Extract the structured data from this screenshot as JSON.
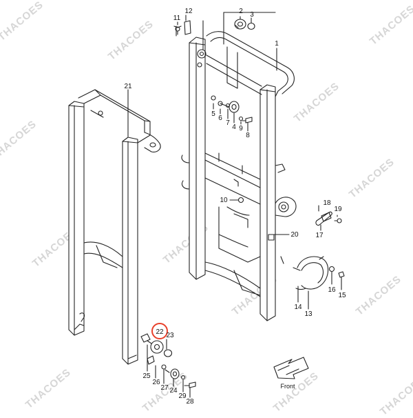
{
  "watermark": {
    "text": "THACOES"
  },
  "callouts": [
    {
      "id": "c1",
      "label": "1"
    },
    {
      "id": "c2",
      "label": "2"
    },
    {
      "id": "c3",
      "label": "3"
    },
    {
      "id": "c4",
      "label": "4"
    },
    {
      "id": "c5",
      "label": "5"
    },
    {
      "id": "c6",
      "label": "6"
    },
    {
      "id": "c7",
      "label": "7"
    },
    {
      "id": "c8",
      "label": "8"
    },
    {
      "id": "c9",
      "label": "9"
    },
    {
      "id": "c10",
      "label": "10"
    },
    {
      "id": "c11",
      "label": "11"
    },
    {
      "id": "c12",
      "label": "12"
    },
    {
      "id": "c13",
      "label": "13"
    },
    {
      "id": "c14",
      "label": "14"
    },
    {
      "id": "c15",
      "label": "15"
    },
    {
      "id": "c16",
      "label": "16"
    },
    {
      "id": "c17",
      "label": "17"
    },
    {
      "id": "c18",
      "label": "18"
    },
    {
      "id": "c19",
      "label": "19"
    },
    {
      "id": "c20",
      "label": "20"
    },
    {
      "id": "c21",
      "label": "21"
    },
    {
      "id": "c22",
      "label": "22",
      "highlighted": true
    },
    {
      "id": "c23",
      "label": "23"
    },
    {
      "id": "c24",
      "label": "24"
    },
    {
      "id": "c25",
      "label": "25"
    },
    {
      "id": "c26",
      "label": "26"
    },
    {
      "id": "c27",
      "label": "27"
    },
    {
      "id": "c28",
      "label": "28"
    },
    {
      "id": "c29",
      "label": "29"
    }
  ],
  "front_arrow": {
    "label": "Front"
  },
  "colors": {
    "line": "#222222",
    "highlight": "#e8402a",
    "watermark": "#c9c9c9"
  }
}
